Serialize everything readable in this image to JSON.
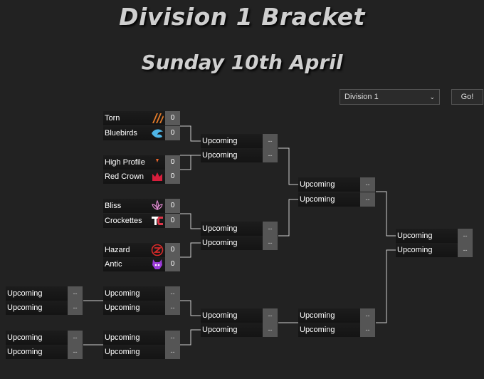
{
  "title": "Division 1 Bracket",
  "subtitle": "Sunday 10th April",
  "controls": {
    "division_value": "Division 1",
    "go_label": "Go!"
  },
  "round_of_16": [
    {
      "teams": [
        {
          "name": "Torn",
          "score": "0",
          "icon": "torn-logo-icon"
        },
        {
          "name": "Bluebirds",
          "score": "0",
          "icon": "bluebirds-logo-icon"
        }
      ]
    },
    {
      "teams": [
        {
          "name": "High Profile",
          "score": "0",
          "icon": "high-profile-logo-icon"
        },
        {
          "name": "Red Crown",
          "score": "0",
          "icon": "red-crown-logo-icon"
        }
      ]
    },
    {
      "teams": [
        {
          "name": "Bliss",
          "score": "0",
          "icon": "bliss-logo-icon"
        },
        {
          "name": "Crockettes",
          "score": "0",
          "icon": "crockettes-logo-icon"
        }
      ]
    },
    {
      "teams": [
        {
          "name": "Hazard",
          "score": "0",
          "icon": "hazard-logo-icon"
        },
        {
          "name": "Antic",
          "score": "0",
          "icon": "antic-logo-icon"
        }
      ]
    },
    {
      "teams": [
        {
          "name": "Upcoming",
          "score": "--"
        },
        {
          "name": "Upcoming",
          "score": "--"
        }
      ]
    },
    {
      "teams": [
        {
          "name": "Upcoming",
          "score": "--"
        },
        {
          "name": "Upcoming",
          "score": "--"
        }
      ]
    }
  ],
  "play_in": [
    {
      "teams": [
        {
          "name": "Upcoming",
          "score": "--"
        },
        {
          "name": "Upcoming",
          "score": "--"
        }
      ]
    },
    {
      "teams": [
        {
          "name": "Upcoming",
          "score": "--"
        },
        {
          "name": "Upcoming",
          "score": "--"
        }
      ]
    }
  ],
  "quarterfinals": [
    {
      "teams": [
        {
          "name": "Upcoming",
          "score": "--"
        },
        {
          "name": "Upcoming",
          "score": "--"
        }
      ]
    },
    {
      "teams": [
        {
          "name": "Upcoming",
          "score": "--"
        },
        {
          "name": "Upcoming",
          "score": "--"
        }
      ]
    },
    {
      "teams": [
        {
          "name": "Upcoming",
          "score": "--"
        },
        {
          "name": "Upcoming",
          "score": "--"
        }
      ]
    }
  ],
  "semifinals": [
    {
      "teams": [
        {
          "name": "Upcoming",
          "score": "--"
        },
        {
          "name": "Upcoming",
          "score": "--"
        }
      ]
    },
    {
      "teams": [
        {
          "name": "Upcoming",
          "score": "--"
        },
        {
          "name": "Upcoming",
          "score": "--"
        }
      ]
    }
  ],
  "final": [
    {
      "teams": [
        {
          "name": "Upcoming",
          "score": "--"
        },
        {
          "name": "Upcoming",
          "score": "--"
        }
      ]
    }
  ],
  "colors": {
    "background": "#222222",
    "score_bg": "#5a5a5a",
    "line": "#d0d0d0"
  }
}
